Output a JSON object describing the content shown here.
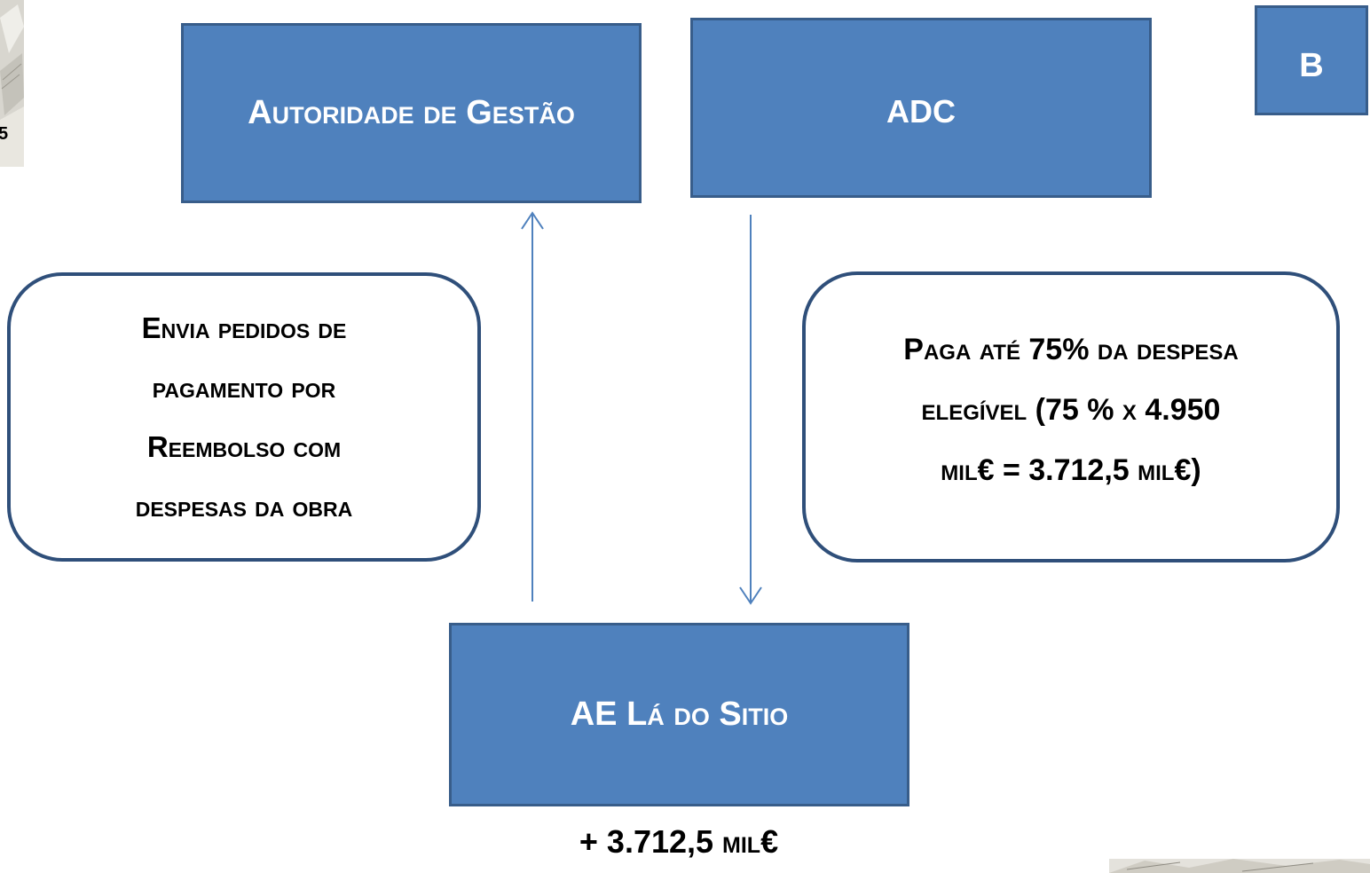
{
  "boxes": {
    "autoridade": "Autoridade de Gestão",
    "adc": "ADC",
    "b": "B",
    "ae": "AE Lá do Sitio"
  },
  "callouts": {
    "left_lines": [
      "Envia pedidos de",
      "pagamento por",
      "Reembolso com",
      "despesas da obra"
    ],
    "right_lines": [
      "Paga até 75% da despesa",
      "elegível (75 % x 4.950",
      "mil€ = 3.712,5 mil€)"
    ]
  },
  "bottom_amount": "+ 3.712,5 mil€",
  "corner_glyph": "5",
  "colors": {
    "box_fill": "#4f81bd",
    "box_border": "#385d8a",
    "callout_border": "#2f4f7a",
    "arrow": "#4f81bd"
  },
  "icons": {
    "top_left_photo": "documents-photo",
    "bottom_right_photo": "documents-photo"
  }
}
